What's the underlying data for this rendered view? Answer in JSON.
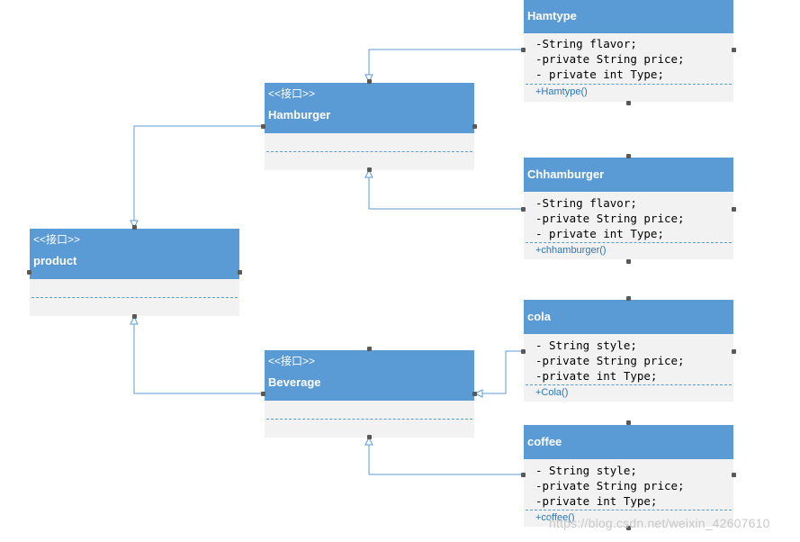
{
  "interfaces": {
    "product": {
      "stereotype": "<<接口>>",
      "name": "product"
    },
    "hamburger": {
      "stereotype": "<<接口>>",
      "name": "Hamburger"
    },
    "beverage": {
      "stereotype": "<<接口>>",
      "name": "Beverage"
    }
  },
  "classes": {
    "hamtype": {
      "name": "Hamtype",
      "attributes": [
        "-String flavor;",
        "-private String price;",
        "- private int Type;"
      ],
      "method": "+Hamtype()"
    },
    "chhamburger": {
      "name": "Chhamburger",
      "attributes": [
        "-String flavor;",
        "-private String price;",
        "- private int Type;"
      ],
      "method": "+chhamburger()"
    },
    "cola": {
      "name": "cola",
      "attributes": [
        "- String style;",
        "-private String price;",
        "-private int Type;"
      ],
      "method": "+Cola()"
    },
    "coffee": {
      "name": "coffee",
      "attributes": [
        "- String style;",
        "-private String price;",
        "-private int Type;"
      ],
      "method": "+coffee()"
    }
  },
  "colors": {
    "header": "#5b9bd5",
    "body": "#f2f2f2",
    "connector": "#5b9bd5",
    "method_text": "#2e75b6"
  },
  "watermark": "https://blog.csdn.net/weixin_42607610"
}
